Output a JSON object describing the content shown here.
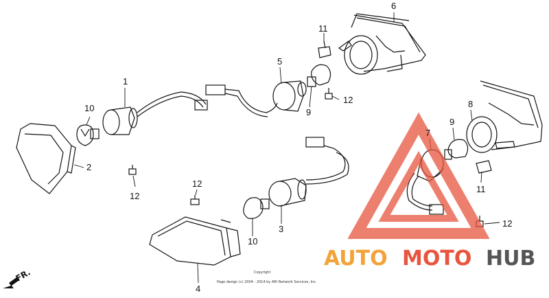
{
  "callouts": {
    "c1": "1",
    "c2": "2",
    "c3": "3",
    "c4": "4",
    "c5": "5",
    "c6": "6",
    "c7": "7",
    "c8": "8",
    "c9a": "9",
    "c9b": "9",
    "c10a": "10",
    "c10b": "10",
    "c11a": "11",
    "c11b": "11",
    "c12a": "12",
    "c12b": "12",
    "c12c": "12",
    "c12d": "12"
  },
  "direction_label": "FR.",
  "copyright": {
    "line1": "Copyright",
    "line2": "Page design (c) 2004 - 2014 by ARI Network Services, Inc."
  },
  "watermark": {
    "part1": "AUTO",
    "part2": "MOTO",
    "part3": "HUB",
    "color_orange": "#f2a33a",
    "color_red": "#e8553e",
    "color_gray": "#555555"
  }
}
